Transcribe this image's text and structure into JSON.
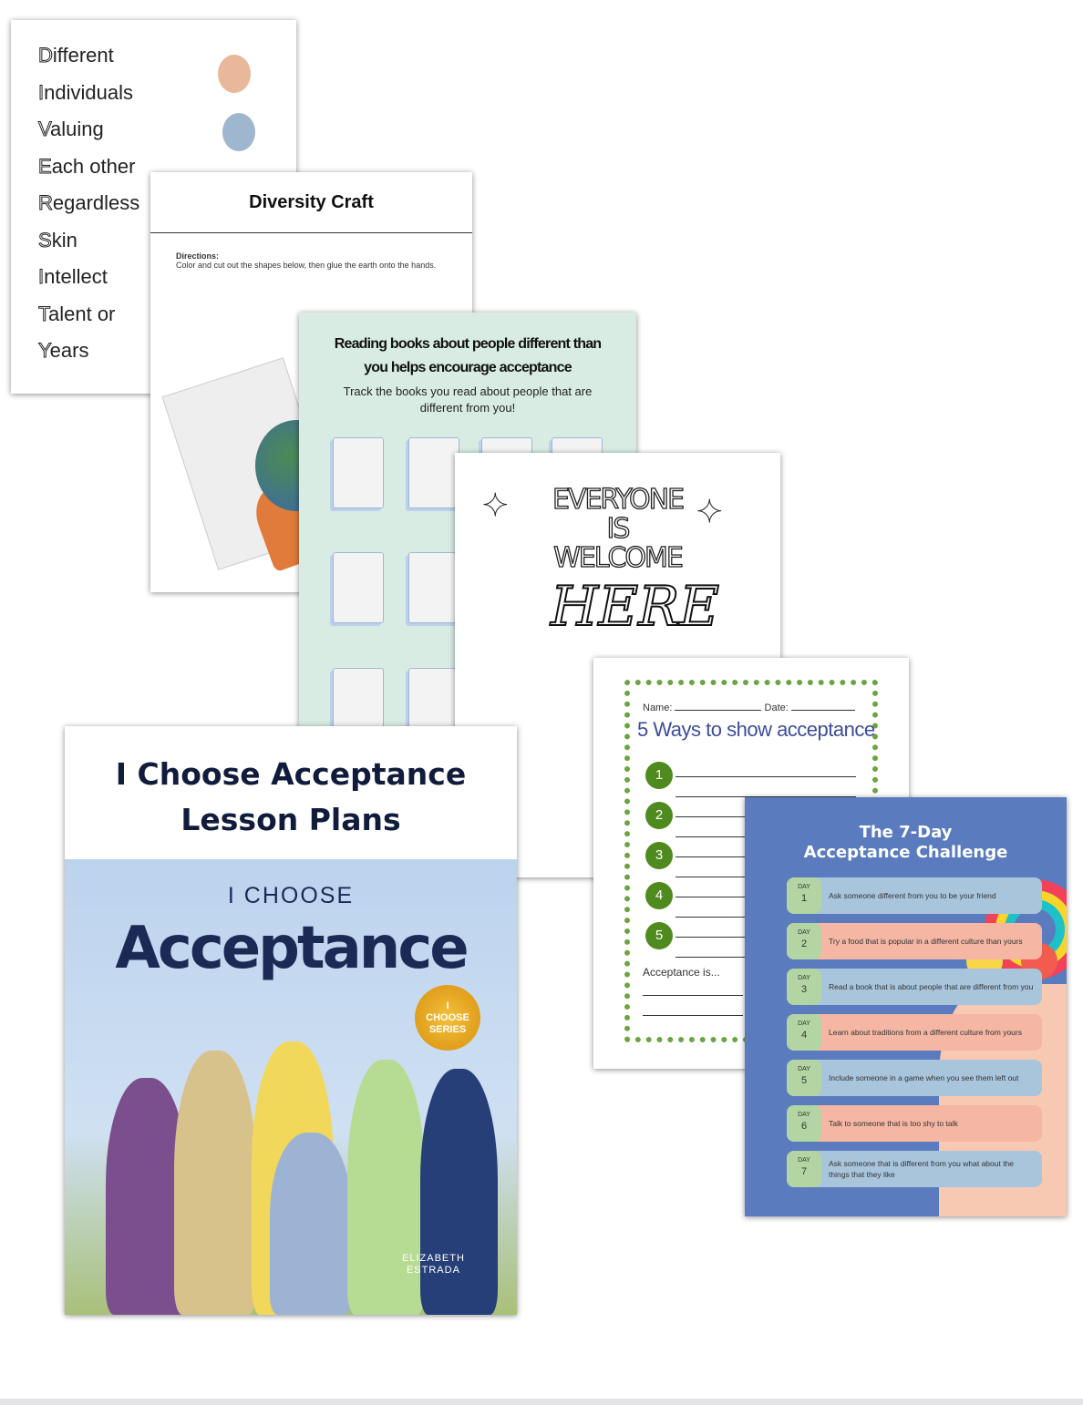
{
  "acrostic": {
    "lines": [
      {
        "first": "D",
        "rest": "ifferent"
      },
      {
        "first": "I",
        "rest": "ndividuals"
      },
      {
        "first": "V",
        "rest": "aluing"
      },
      {
        "first": "E",
        "rest": "ach other"
      },
      {
        "first": "R",
        "rest": "egardless"
      },
      {
        "first": "S",
        "rest": "kin"
      },
      {
        "first": "I",
        "rest": "ntellect"
      },
      {
        "first": "T",
        "rest": "alent or"
      },
      {
        "first": "Y",
        "rest": "ears"
      }
    ]
  },
  "craft": {
    "title": "Diversity Craft",
    "directions_label": "Directions:",
    "directions": "Color and cut out the shapes below, then glue the earth onto the hands."
  },
  "reading": {
    "title_line1": "Reading books about people different than",
    "title_line2": "you helps encourage acceptance",
    "subtitle": "Track the books you read about people that are different from you!"
  },
  "welcome": {
    "line1": "EVERYONE",
    "line2": "IS",
    "line3": "WELCOME",
    "line4": "HERE"
  },
  "ways": {
    "name_label": "Name:",
    "date_label": "Date:",
    "title": "5 Ways to show acceptance",
    "numbers": [
      "1",
      "2",
      "3",
      "4",
      "5"
    ],
    "acceptance_label": "Acceptance is..."
  },
  "cover": {
    "title_line1": "I Choose Acceptance",
    "title_line2": "Lesson Plans",
    "book_small": "I CHOOSE",
    "book_big": "Acceptance",
    "badge": [
      "I",
      "CHOOSE",
      "SERIES"
    ],
    "author_line1": "ELIZABETH",
    "author_line2": "ESTRADA"
  },
  "challenge": {
    "title_line1": "The 7-Day",
    "title_line2": "Acceptance Challenge",
    "day_label": "DAY",
    "days": [
      {
        "n": "1",
        "text": "Ask someone different from you to be your friend"
      },
      {
        "n": "2",
        "text": "Try a food that is popular in a different culture than yours"
      },
      {
        "n": "3",
        "text": "Read a book that is about people that are different from you"
      },
      {
        "n": "4",
        "text": "Learn about traditions from a different culture from yours"
      },
      {
        "n": "5",
        "text": "Include someone in a game when you see them left out"
      },
      {
        "n": "6",
        "text": "Talk to someone that is too shy to talk"
      },
      {
        "n": "7",
        "text": "Ask someone that is different from you what about the things that they like"
      }
    ]
  },
  "colors": {
    "challenge_bg": "#5a7bbd",
    "reading_bg": "#d8ece4",
    "ways_green": "#4f8a1f",
    "cover_navy": "#1b2a55"
  }
}
